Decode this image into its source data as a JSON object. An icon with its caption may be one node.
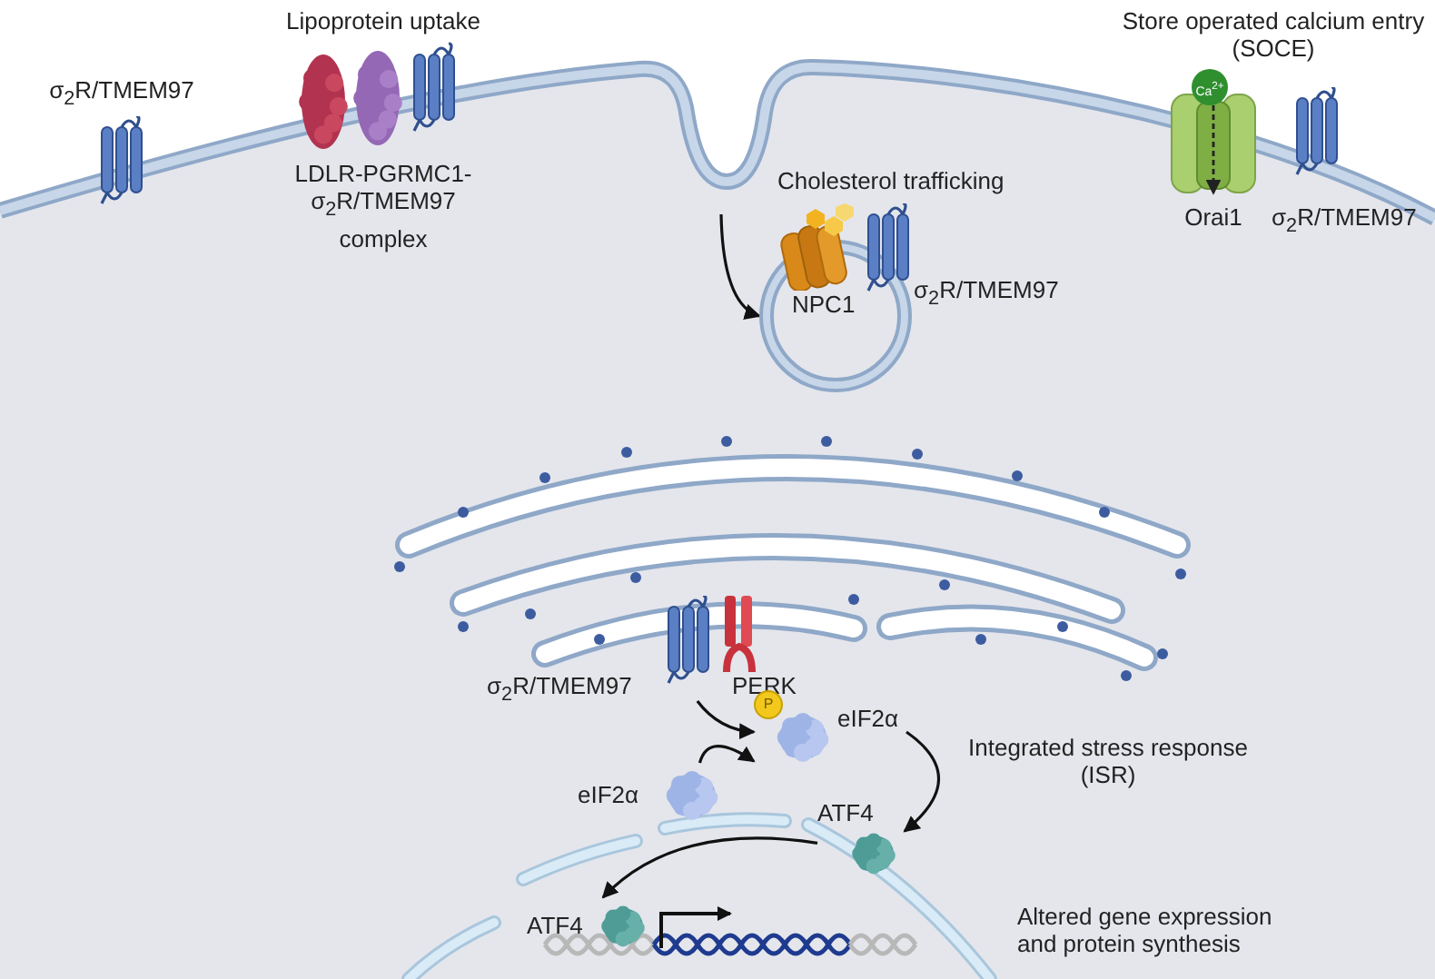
{
  "diagram": {
    "nodes": [
      {
        "text": [
          "σ$_{2}$R/TMEM97"
        ]
      },
      {
        "text": [
          "Lipoprotein uptake",
          "LDLR-PGRMC1- σ$_{2}$R/TMEM97 complex"
        ]
      },
      {
        "text": [
          "Orai1"
        ]
      },
      {
        "text": [
          "σ$_{2}$R/TMEM97"
        ]
      },
      {
        "text": [],
        "shape": "circle"
      },
      {
        "text": [
          "NPC1"
        ]
      },
      {
        "text": [
          "σ$_{2}$R/TMEM97"
        ]
      },
      {
        "text": [
          "σ$_{2}$R/TMEM97"
        ]
      },
      {
        "text": [
          "PERK"
        ]
      },
      {
        "text": [
          "eIF2α"
        ]
      },
      {
        "text": [
          "eIF2α"
        ]
      },
      {
        "text": [
          "ATF4"
        ]
      },
      {
        "text": [
          "ATF4"
        ]
      }
    ],
    "edges": [
      {
        "from": null,
        "to": 4,
        "arrow": "to"
      },
      {
        "from": 7,
        "to": 9,
        "arrow": "to"
      },
      {
        "from": 10,
        "to": 9,
        "arrow": "to"
      },
      {
        "from": 9,
        "to": 11,
        "arrow": "to",
        "label": "Integrated stress response (ISR)"
      },
      {
        "from": 11,
        "to": 12,
        "arrow": "to"
      }
    ],
    "labels": [
      "Store operated calcium entry (SOCE)",
      "Ca$^{2+}$",
      "Cholesterol trafficking",
      "P",
      "Altered gene expression and protein synthesis"
    ]
  }
}
